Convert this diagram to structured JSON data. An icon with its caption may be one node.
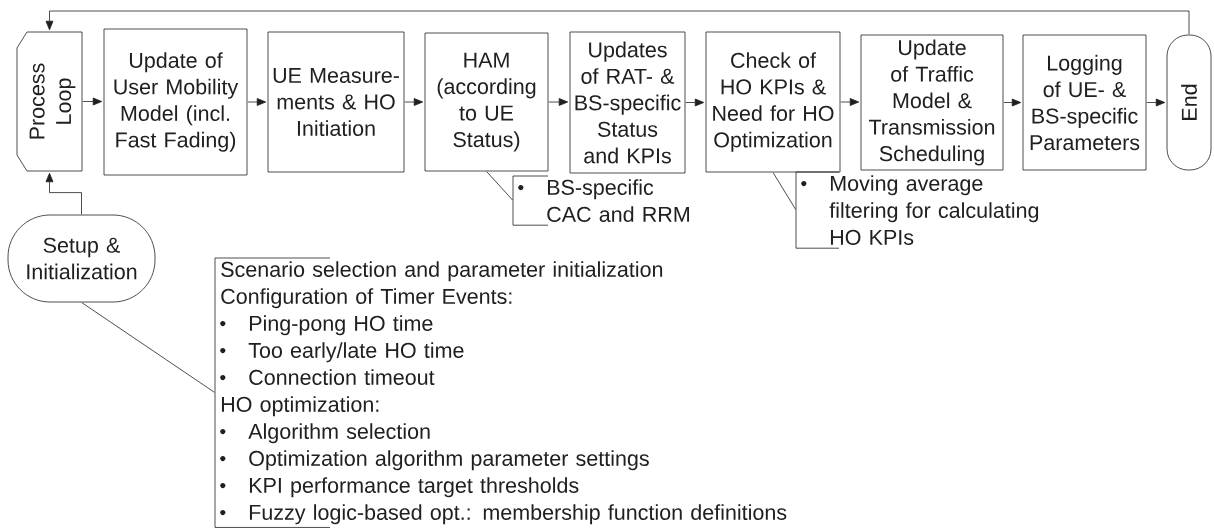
{
  "diagram": {
    "nodes": [
      {
        "text": [
          "Process Loop"
        ]
      },
      {
        "text": [
          "Update of User Mobility Model (incl. Fast Fading)"
        ]
      },
      {
        "text": [
          "UE Measure-ments & HO Initiation"
        ]
      },
      {
        "text": [
          "HAM (according to UE Status)"
        ]
      },
      {
        "text": [
          "Updates of RAT- & BS-specific Status and KPIs"
        ]
      },
      {
        "text": [
          "Check of HO KPIs & Need for HO Optimization"
        ]
      },
      {
        "text": [
          "Update of Traffic Model & Transmission Scheduling"
        ]
      },
      {
        "text": [
          "Logging of UE- & BS-specific Parameters"
        ]
      },
      {
        "text": [
          "End"
        ]
      },
      {
        "text": [
          "Setup & Initialization"
        ]
      },
      {
        "text": [
          "BS-specific CAC and RRM"
        ]
      },
      {
        "text": [
          "Moving average filtering for calculating HO KPIs"
        ]
      },
      {
        "text": [
          "Scenario selection and parameter initialization",
          "Configuration of Timer Events:",
          "Ping-pong HO time",
          "Too early/late HO time",
          "Connection timeout",
          "HO optimization:",
          "Algorithm selection",
          "Optimization algorithm parameter settings",
          "KPI performance target thresholds",
          "Fuzzy logic-based opt.: membership function definitions"
        ]
      }
    ],
    "edges": [
      {
        "from": 0,
        "to": 1,
        "arrow": "to"
      },
      {
        "from": 1,
        "to": 2,
        "arrow": "to"
      },
      {
        "from": 2,
        "to": 3,
        "arrow": "to"
      },
      {
        "from": 3,
        "to": 4,
        "arrow": "to"
      },
      {
        "from": 4,
        "to": 5,
        "arrow": "to"
      },
      {
        "from": 5,
        "to": 6,
        "arrow": "to"
      },
      {
        "from": 6,
        "to": 7,
        "arrow": "to"
      },
      {
        "from": 7,
        "to": 8,
        "arrow": "to"
      },
      {
        "from": 8,
        "to": 0,
        "arrow": "to"
      },
      {
        "from": 9,
        "to": 0,
        "arrow": "to"
      },
      {
        "from": 3,
        "to": 10,
        "arrow": "none"
      },
      {
        "from": 5,
        "to": 11,
        "arrow": "none"
      },
      {
        "from": 9,
        "to": 12,
        "arrow": "none"
      }
    ]
  }
}
